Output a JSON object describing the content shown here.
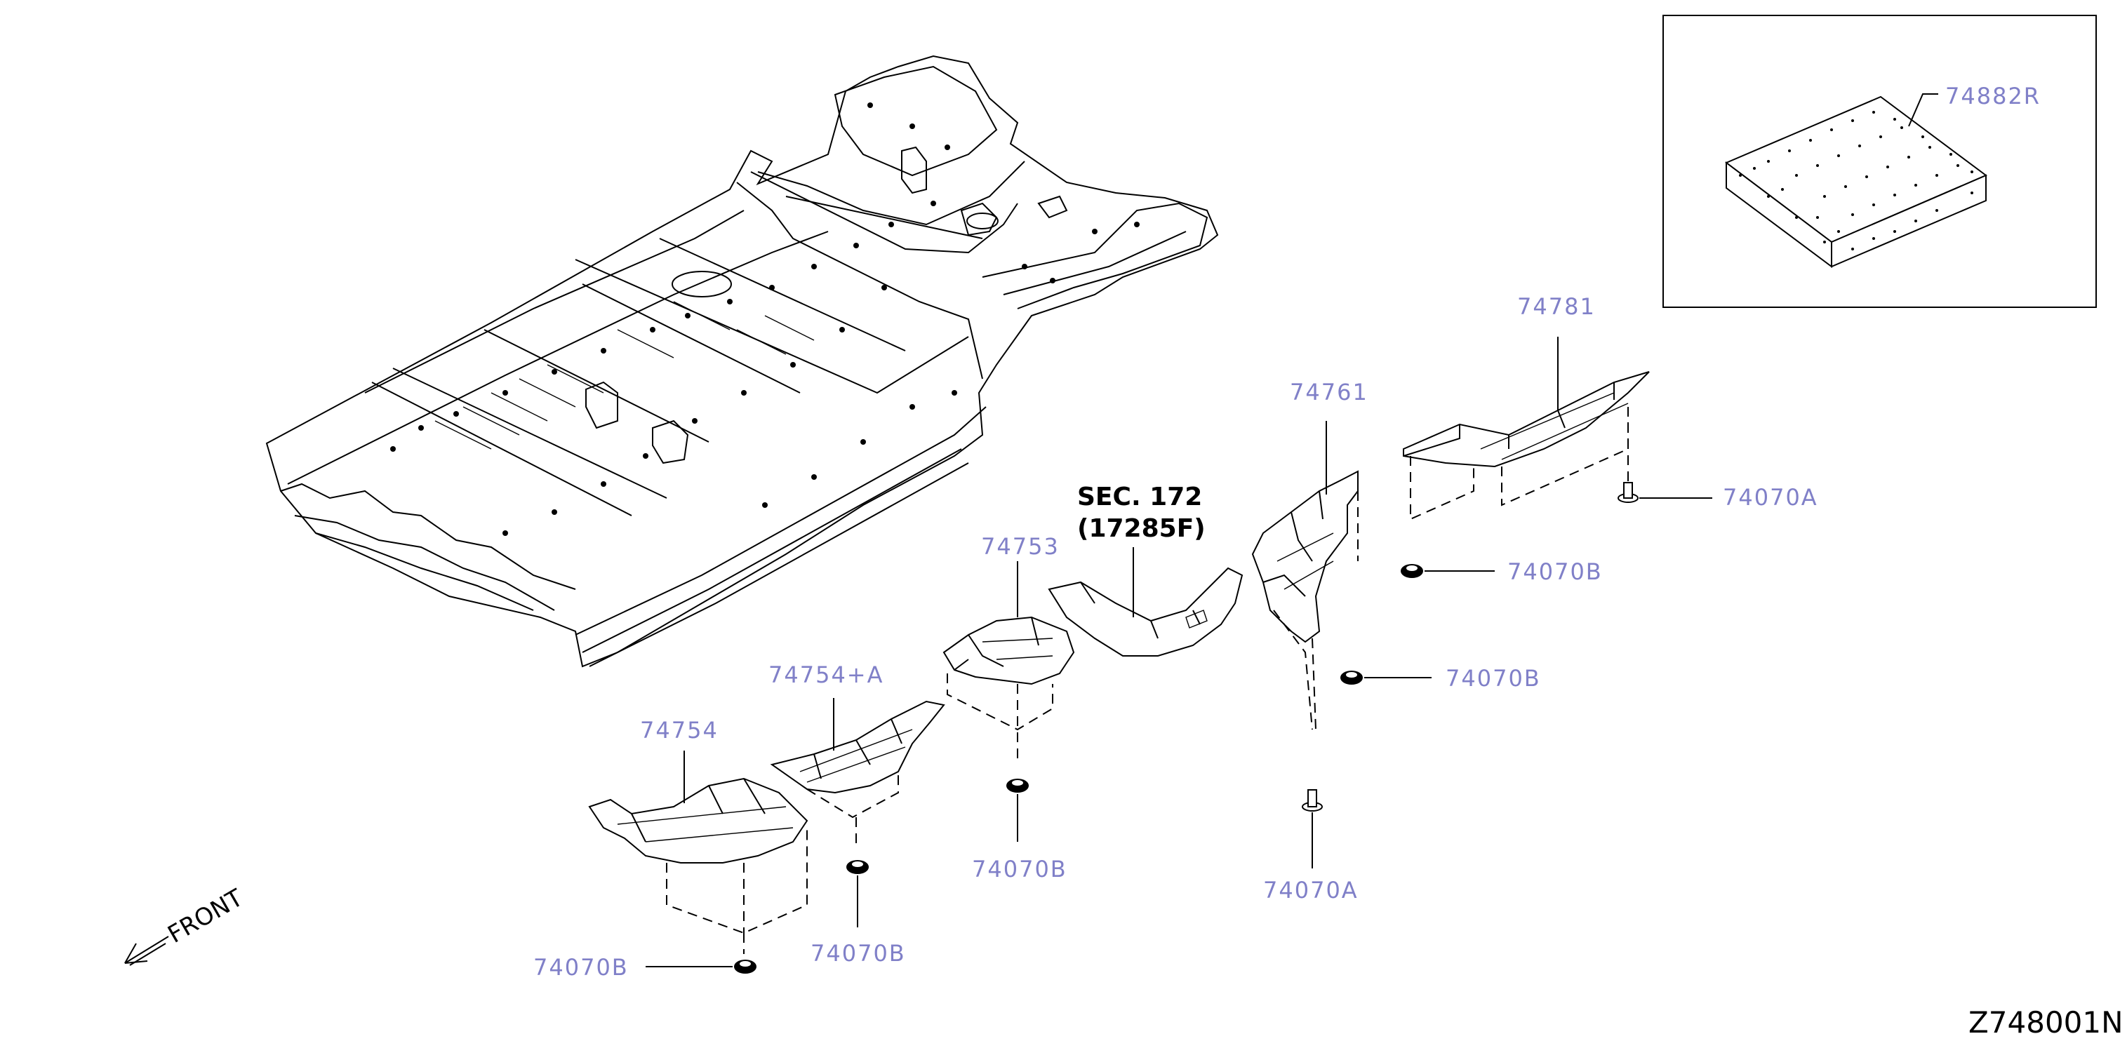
{
  "diagram": {
    "figure_code": "Z748001N",
    "front_label": "FRONT",
    "section_ref": {
      "line1": "SEC. 172",
      "line2": "(17285F)"
    },
    "inset_part": "74882R",
    "callouts": {
      "p74781": "74781",
      "p74761": "74761",
      "p74753": "74753",
      "p74754A": "74754+A",
      "p74754": "74754",
      "a1": "74070A",
      "a2": "74070A",
      "b1": "74070B",
      "b2": "74070B",
      "b3": "74070B",
      "b4": "74070B",
      "b5": "74070B"
    }
  }
}
